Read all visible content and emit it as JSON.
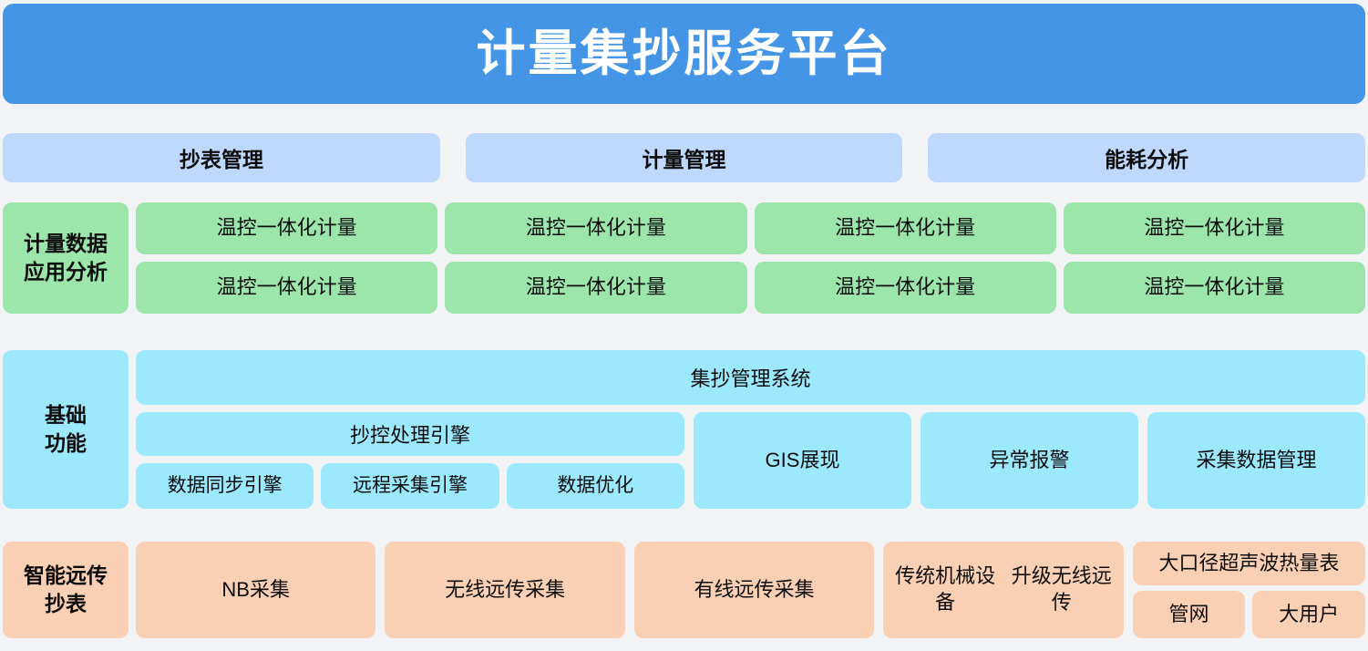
{
  "header": {
    "title": "计量集抄服务平台",
    "background_color": "#4595e6",
    "text_color": "#ffffff"
  },
  "page": {
    "background_color": "#f2f3f5"
  },
  "tabs": [
    {
      "label": "抄表管理"
    },
    {
      "label": "计量管理"
    },
    {
      "label": "能耗分析"
    }
  ],
  "bands": {
    "analysis": {
      "label_line1": "计量数据",
      "label_line2": "应用分析",
      "color": "#9ce6ac",
      "rows": [
        [
          "温控一体化计量",
          "温控一体化计量",
          "温控一体化计量",
          "温控一体化计量"
        ],
        [
          "温控一体化计量",
          "温控一体化计量",
          "温控一体化计量",
          "温控一体化计量"
        ]
      ]
    },
    "basic": {
      "label_line1": "基础",
      "label_line2": "功能",
      "color": "#9ce8fd",
      "system_bar": "集抄管理系统",
      "engine_main": "抄控处理引擎",
      "engine_subs": [
        "数据同步引擎",
        "远程采集引擎",
        "数据优化"
      ],
      "modules": [
        "GIS展现",
        "异常报警",
        "采集数据管理"
      ]
    },
    "meter": {
      "label_line1": "智能远传",
      "label_line2": "抄表",
      "color": "#fad0b4",
      "items": [
        "NB采集",
        "无线远传采集",
        "有线远传采集"
      ],
      "legacy_line1": "传统机械设备",
      "legacy_line2": "升级无线远传",
      "nested_top": "大口径超声波热量表",
      "nested_bottom": [
        "管网",
        "大用户"
      ]
    }
  }
}
